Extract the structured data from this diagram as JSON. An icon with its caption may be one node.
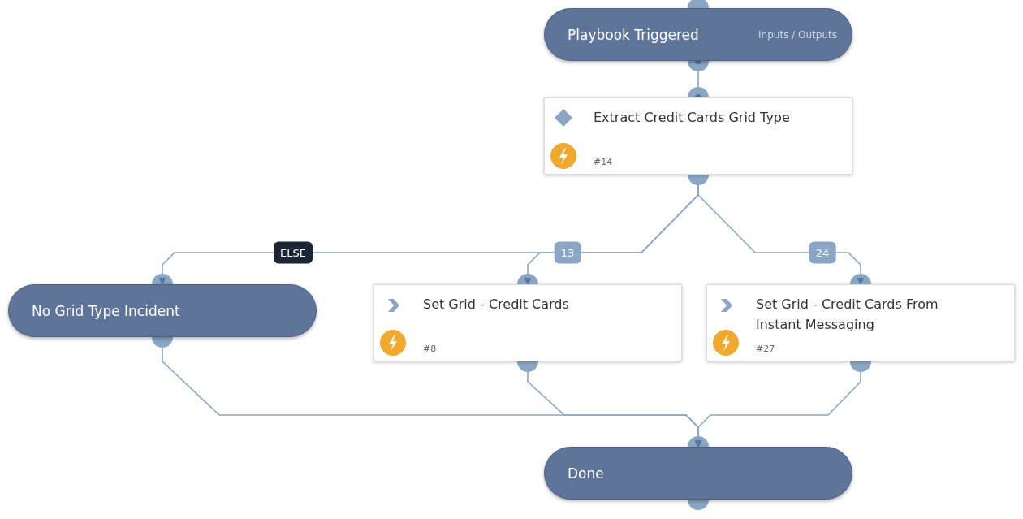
{
  "diagram": {
    "nodes": [
      {
        "text": [
          "Playbook Triggered",
          "Inputs / Outputs"
        ]
      },
      {
        "text": [
          "Extract Credit Cards Grid Type",
          "#14"
        ]
      },
      {
        "text": [
          "No Grid Type Incident"
        ]
      },
      {
        "text": [
          "Set Grid - Credit Cards",
          "#8"
        ]
      },
      {
        "text": [
          "Set Grid - Credit Cards From Instant Messaging",
          "#27"
        ]
      },
      {
        "text": [
          "Done"
        ]
      }
    ],
    "edges": [
      {
        "from": 0,
        "to": 1,
        "arrow": "other"
      },
      {
        "from": 1,
        "to": 2,
        "arrow": "to",
        "label": "ELSE"
      },
      {
        "from": 1,
        "to": 3,
        "arrow": "to",
        "label": "13"
      },
      {
        "from": 1,
        "to": 4,
        "arrow": "to",
        "label": "24"
      },
      {
        "from": 2,
        "to": 5,
        "arrow": "to"
      },
      {
        "from": 3,
        "to": 5,
        "arrow": "to"
      },
      {
        "from": 4,
        "to": 5,
        "arrow": "to"
      }
    ]
  }
}
